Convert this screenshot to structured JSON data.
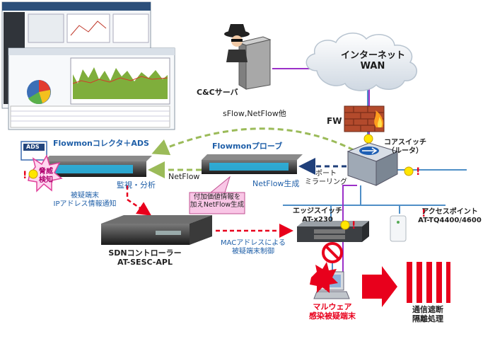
{
  "labels": {
    "internet_line1": "インターネット",
    "internet_line2": "WAN",
    "cc_server": "C&Cサーバ",
    "fw": "FW",
    "sflow": "sFlow,NetFlow他",
    "core_switch_line1": "コアスイッチ",
    "core_switch_line2": "（ルータ）",
    "collector": "Flowmonコレクタ＋ADS",
    "probe": "Flowmonプローブ",
    "netflow": "NetFlow",
    "netflow_gen": "NetFlow生成",
    "port_mirror_line1": "ポート",
    "port_mirror_line2": "ミラーリング",
    "monitor": "監視・分析",
    "threat_line1": "脅威",
    "threat_line2": "検知",
    "suspect_line1": "被疑端末",
    "suspect_line2": "IPアドレス情報通知",
    "probe_note_line1": "付加価値情報を",
    "probe_note_line2": "加えNetFlow生成",
    "edge_switch_line1": "エッジスイッチ",
    "edge_switch_line2": "AT-x230",
    "ap_line1": "アクセスポイント",
    "ap_line2": "AT-TQ4400/4600",
    "sdn_line1": "SDNコントローラー",
    "sdn_line2": "AT-SESC-APL",
    "mac_line1": "MACアドレスによる",
    "mac_line2": "被疑端末制御",
    "malware_line1": "マルウェア",
    "malware_line2": "感染被疑端末",
    "block_line1": "通信遮断",
    "block_line2": "隔離処理",
    "ads_badge": "ADS"
  },
  "colors": {
    "blue_text": "#1f5fa8",
    "red": "#e8001c",
    "green_arrow": "#9bbb59",
    "purple_line": "#9b30c8",
    "network_line": "#4f8fc7"
  },
  "icons": [
    "screenshot-collage",
    "spy-server-icon",
    "cloud-icon",
    "firewall-icon",
    "core-switch-icon",
    "rack-server-icon",
    "edge-switch-icon",
    "access-point-icon",
    "sdn-appliance-icon",
    "pc-icon",
    "prohibited-icon",
    "big-red-arrow-icon",
    "quarantine-bars-icon",
    "alert-bulb-icon",
    "blast-icon"
  ]
}
